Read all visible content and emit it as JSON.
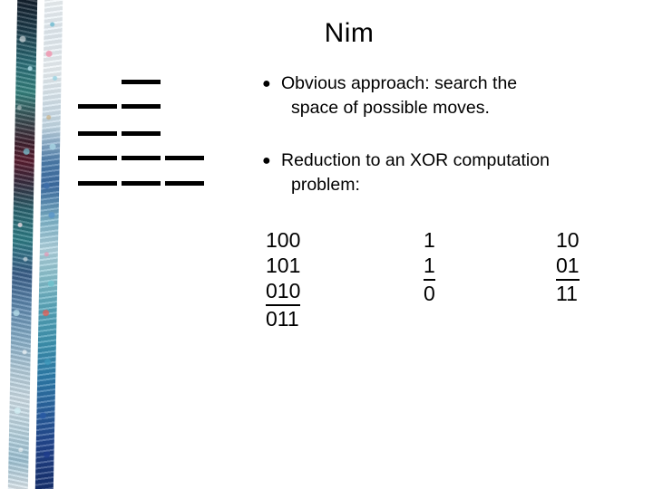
{
  "slide": {
    "title": "Nim",
    "background_color": "#ffffff",
    "text_color": "#000000"
  },
  "decoration": {
    "strip_a_name": "left-border-strip-dark",
    "strip_b_name": "left-border-strip-light",
    "accent_colors": [
      "#2f7f88",
      "#5a1d30",
      "#3e6fa5",
      "#16306f",
      "#f2f7fa"
    ]
  },
  "nim_diagram": {
    "label": "nim-sticks-diagram",
    "stick_color": "#000000",
    "rows": [
      {
        "sticks": [
          false,
          true,
          false
        ]
      },
      {
        "sticks": [
          true,
          true,
          false
        ]
      },
      {
        "sticks": [
          true,
          true,
          false
        ]
      },
      {
        "sticks": [
          true,
          true,
          true
        ]
      },
      {
        "sticks": [
          true,
          true,
          true
        ]
      }
    ],
    "pile_counts": [
      4,
      5,
      2
    ]
  },
  "bullets": [
    {
      "marker": "●",
      "line1": "Obvious approach: search the",
      "line2": "space of possible moves."
    },
    {
      "marker": "●",
      "line1": "Reduction to an XOR computation",
      "line2": "problem:"
    }
  ],
  "xor_columns": [
    {
      "name": "xor-example-1",
      "lines": [
        "100",
        "101",
        "010",
        "011"
      ],
      "ruled_index": 2
    },
    {
      "name": "xor-example-2",
      "lines": [
        "1",
        "1",
        "0"
      ],
      "ruled_index": 1
    },
    {
      "name": "xor-example-3",
      "lines": [
        "10",
        "01",
        "11"
      ],
      "ruled_index": 1
    }
  ]
}
